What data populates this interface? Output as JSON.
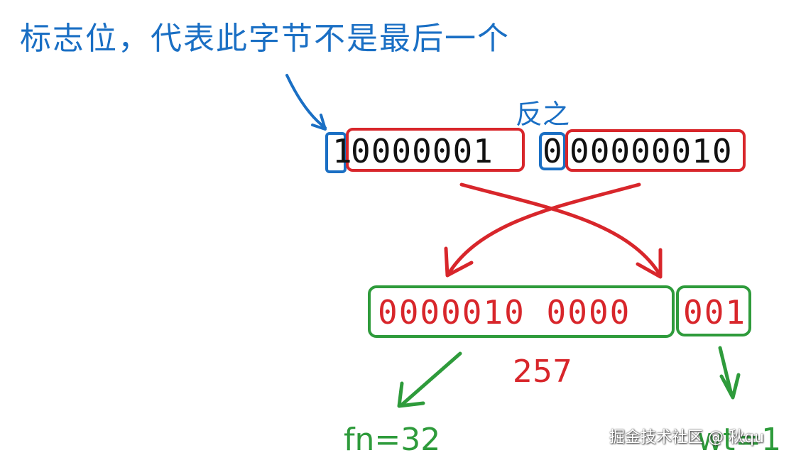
{
  "title": "标志位，代表此字节不是最后一个",
  "opposite_label": "反之",
  "byte1": {
    "flag": "1",
    "payload": "0000001"
  },
  "byte2": {
    "flag": "0",
    "payload": "00000010"
  },
  "merged": {
    "main": "0000010 0000",
    "tail": "001"
  },
  "value_label": "257",
  "fn_label": "fn=32",
  "wt_label": "wt=1",
  "watermark": "掘金技术社区 @ 秋qu",
  "colors": {
    "blue": "#1a6fc4",
    "red": "#d8262b",
    "green": "#2e9b3b",
    "black": "#111111"
  }
}
